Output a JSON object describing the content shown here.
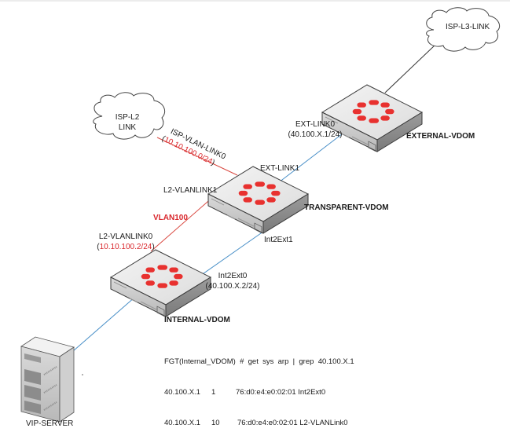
{
  "colors": {
    "red_link": "#d9473f",
    "blue_link": "#4a90c8",
    "black_link": "#333333",
    "fortinet_red": "#e8312f",
    "label_red": "#d9262c"
  },
  "clouds": {
    "isp_l2": {
      "line1": "ISP-L2",
      "line2": "LINK"
    },
    "isp_l3": {
      "label": "ISP-L3-LINK"
    }
  },
  "devices": {
    "external": {
      "name": "EXTERNAL-VDOM"
    },
    "transparent": {
      "name": "TRANSPARENT-VDOM"
    },
    "internal": {
      "name": "INTERNAL-VDOM"
    },
    "server": {
      "name": "VIP-SERVER"
    }
  },
  "interfaces": {
    "ext_link0": {
      "name": "EXT-LINK0",
      "ip": "(40.100.X.1/24)"
    },
    "ext_link1": {
      "name": "EXT-LINK1"
    },
    "isp_vlan_link0": {
      "name": "ISP-VLAN-LINK0",
      "open": "(",
      "ip": "10.10.100.0/24",
      "close": ")"
    },
    "l2_vlanlink1": {
      "name": "L2-VLANLINK1"
    },
    "vlan": {
      "name": "VLAN100"
    },
    "l2_vlanlink0": {
      "name": "L2-VLANLINK0",
      "open": "(",
      "ip": "10.10.100.2/24",
      "close": ")"
    },
    "int2ext1": {
      "name": "Int2Ext1"
    },
    "int2ext0": {
      "name": "Int2Ext0",
      "ip": "(40.100.X.2/24)"
    }
  },
  "cli": {
    "command": "FGT(Internal_VDOM)  #  get  sys  arp  |  grep  40.100.X.1",
    "rows": [
      {
        "ip": "40.100.X.1",
        "age": "1",
        "mac": "76:d0:e4:e0:02:01",
        "iface": "Int2Ext0"
      },
      {
        "ip": "40.100.X.1",
        "age": "10",
        "mac": "76:d0:e4:e0:02:01",
        "iface": "L2-VLANLink0"
      }
    ]
  }
}
